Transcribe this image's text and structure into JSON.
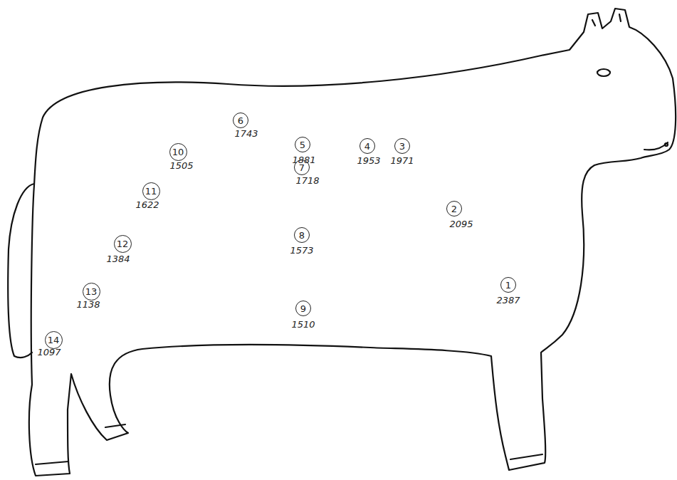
{
  "diagram": {
    "nodes": [
      {
        "text": [
          "1"
        ]
      },
      {
        "text": [
          "2"
        ]
      },
      {
        "text": [
          "3"
        ]
      },
      {
        "text": [
          "4"
        ]
      },
      {
        "text": [
          "5"
        ]
      },
      {
        "text": [
          "6"
        ]
      },
      {
        "text": [
          "7"
        ]
      },
      {
        "text": [
          "8"
        ]
      },
      {
        "text": [
          "9"
        ]
      },
      {
        "text": [
          "10"
        ]
      },
      {
        "text": [
          "11"
        ]
      },
      {
        "text": [
          "12"
        ]
      },
      {
        "text": [
          "13"
        ]
      },
      {
        "text": [
          "14"
        ]
      }
    ],
    "labels": [
      "2387",
      "2095",
      "1971",
      "1953",
      "1881",
      "1743",
      "1718",
      "1573",
      "1510",
      "1505",
      "1622",
      "1384",
      "1138",
      "1097"
    ]
  }
}
